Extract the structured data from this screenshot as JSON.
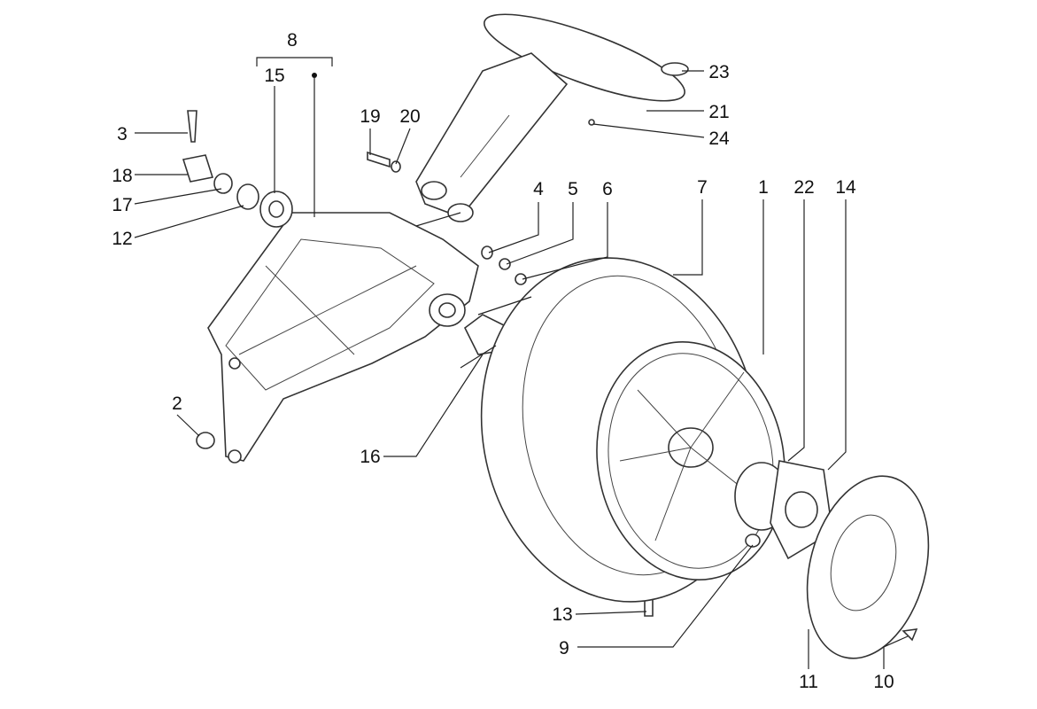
{
  "title": "Rear wheel exploded parts diagram",
  "callouts": {
    "c1": "1",
    "c2": "2",
    "c3": "3",
    "c4": "4",
    "c5": "5",
    "c6": "6",
    "c7": "7",
    "c8": "8",
    "c9": "9",
    "c10": "10",
    "c11": "11",
    "c12": "12",
    "c13": "13",
    "c14": "14",
    "c15": "15",
    "c16": "16",
    "c17": "17",
    "c18": "18",
    "c19": "19",
    "c20": "20",
    "c21": "21",
    "c22": "22",
    "c23": "23",
    "c24": "24"
  }
}
